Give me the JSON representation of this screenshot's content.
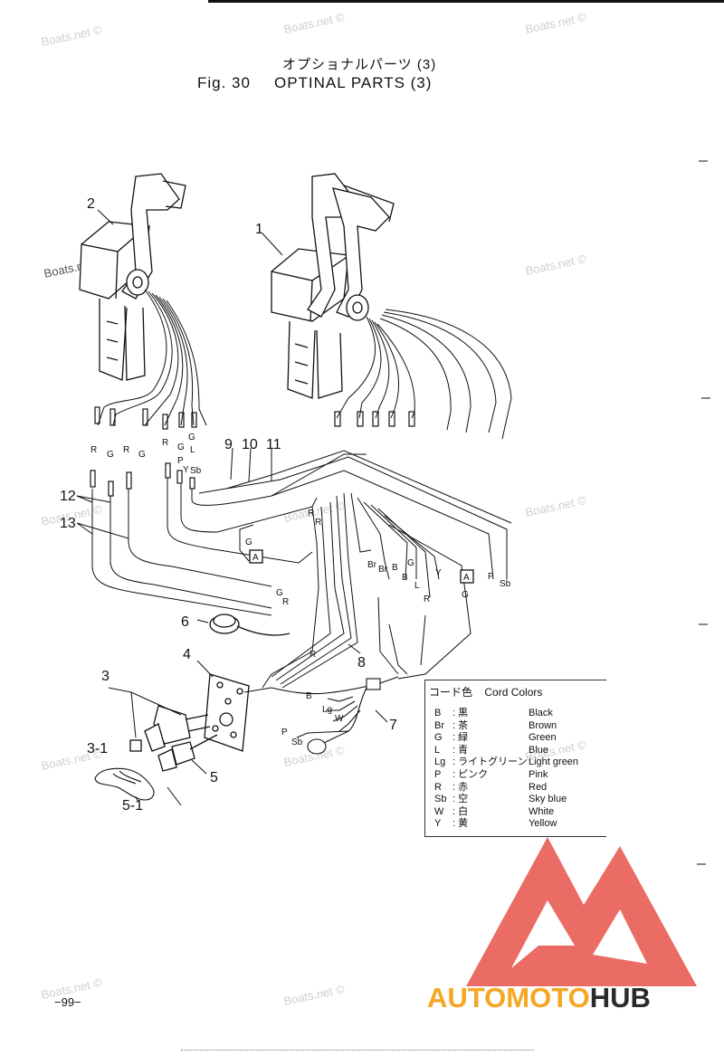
{
  "header": {
    "title_jp": "オプショナルパーツ (3)",
    "fig_label": "Fig. 30",
    "title_en": "OPTINAL PARTS (3)"
  },
  "watermark": "Boats.net ©",
  "callouts": {
    "c1": "1",
    "c2": "2",
    "c3": "3",
    "c3_1": "3-1",
    "c4": "4",
    "c5": "5",
    "c5_1": "5-1",
    "c6": "6",
    "c7": "7",
    "c8": "8",
    "c9": "9",
    "c10": "10",
    "c11": "11",
    "c12": "12",
    "c13": "13"
  },
  "wire_labels": {
    "l_r1": "R",
    "l_g1": "G",
    "l_r2": "R",
    "l_g2": "G",
    "l_r3": "R",
    "l_g3": "G",
    "l_p": "P",
    "l_y": "Y",
    "l_g4": "G",
    "l_l": "L",
    "l_sb": "Sb",
    "l_ga": "G",
    "l_a1": "A",
    "l_r4": "R",
    "l_b": "B",
    "l_br1": "Br",
    "l_br2": "Br",
    "l_b2": "B",
    "l_l2": "L",
    "l_g5": "G",
    "l_y2": "Y",
    "l_r5": "R",
    "l_a2": "A",
    "l_g6": "G",
    "l_p2": "P",
    "l_sb2": "Sb",
    "l_g7": "G",
    "l_r6": "R",
    "l_r7": "R",
    "l_r8": "R",
    "l_b3": "B",
    "l_lg": "Lg",
    "l_w": "W",
    "l_p3": "P",
    "l_sb3": "Sb"
  },
  "legend": {
    "title_jp": "コード色",
    "title_en": "Cord Colors",
    "rows": [
      {
        "code": "B",
        "jp": ": 黒",
        "en": "Black"
      },
      {
        "code": "Br",
        "jp": ": 茶",
        "en": "Brown"
      },
      {
        "code": "G",
        "jp": ": 緑",
        "en": "Green"
      },
      {
        "code": "L",
        "jp": ": 青",
        "en": "Blue"
      },
      {
        "code": "Lg",
        "jp": ": ライトグリーン",
        "en": "Light green"
      },
      {
        "code": "P",
        "jp": ": ピンク",
        "en": "Pink"
      },
      {
        "code": "R",
        "jp": ": 赤",
        "en": "Red"
      },
      {
        "code": "Sb",
        "jp": ": 空",
        "en": "Sky blue"
      },
      {
        "code": "W",
        "jp": ": 白",
        "en": "White"
      },
      {
        "code": "Y",
        "jp": ": 黄",
        "en": "Yellow"
      }
    ]
  },
  "page_number": "−99−",
  "logo": {
    "auto": "AUTO",
    "moto": "MOTO",
    "hub": "HUB",
    "accent_color": "#f5a623",
    "triangle_color": "#e8524a"
  }
}
